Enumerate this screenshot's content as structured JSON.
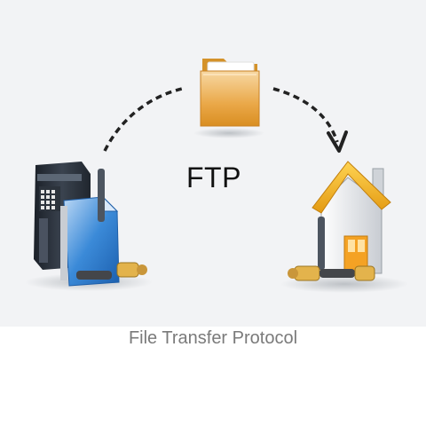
{
  "diagram": {
    "center_label": "FTP",
    "caption": "File Transfer Protocol"
  },
  "nodes": [
    {
      "name": "server",
      "icon": "server-icon"
    },
    {
      "name": "folder",
      "icon": "folder-icon"
    },
    {
      "name": "house",
      "icon": "house-icon"
    }
  ],
  "colors": {
    "background_panel": "#f2f3f5",
    "folder": "#e9a83a",
    "document": "#2f7fd0",
    "roof": "#f0b41e",
    "arrow": "#222222",
    "caption_text": "#7a7a7a"
  }
}
